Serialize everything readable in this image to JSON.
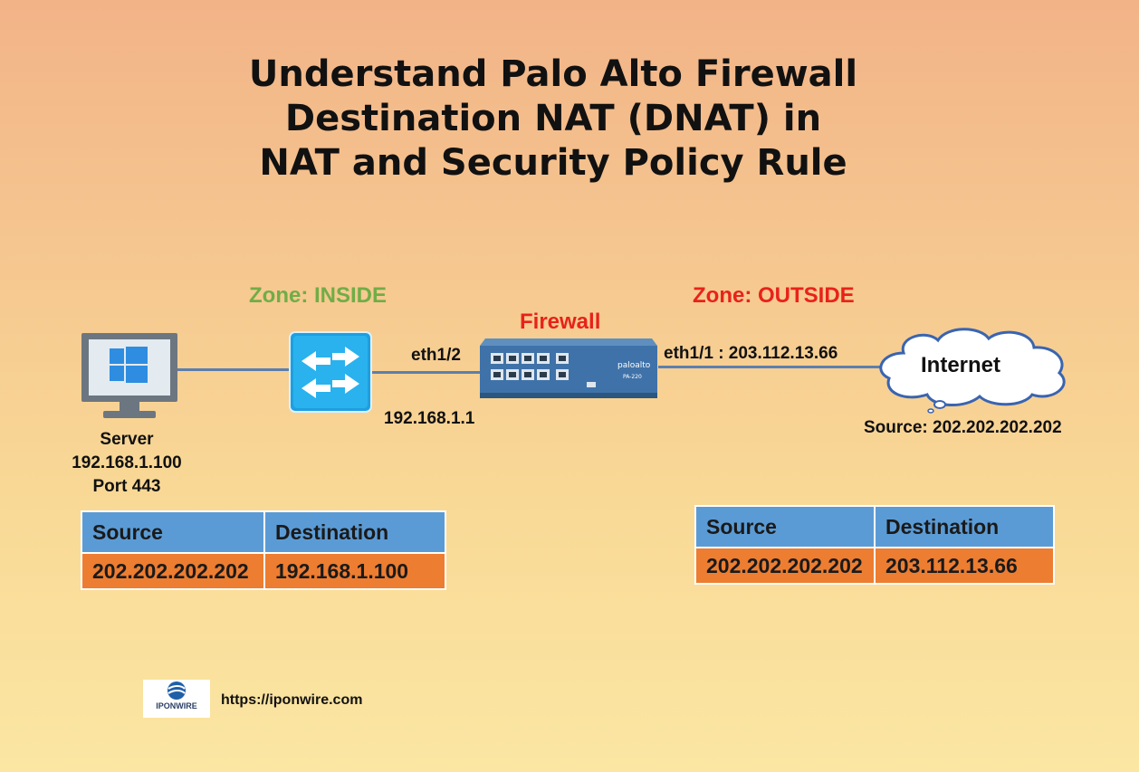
{
  "title": {
    "line1": "Understand Palo Alto Firewall",
    "line2": "Destination NAT (DNAT) in",
    "line3": "NAT and Security Policy Rule"
  },
  "zones": {
    "inside": "Zone: INSIDE",
    "outside": "Zone: OUTSIDE",
    "inside_color": "#70ad47",
    "outside_color": "#e8221a"
  },
  "firewall": {
    "label": "Firewall",
    "label_color": "#e8221a",
    "brand": "paloalto",
    "model": "PA-220"
  },
  "interfaces": {
    "inside_port": "eth1/2",
    "inside_ip": "192.168.1.1",
    "outside_port": "eth1/1 : 203.112.13.66"
  },
  "server": {
    "name": "Server",
    "ip": "192.168.1.100",
    "port": "Port 443"
  },
  "internet": {
    "label": "Internet",
    "source": "Source: 202.202.202.202"
  },
  "tables": {
    "inside": {
      "headers": [
        "Source",
        "Destination"
      ],
      "row": [
        "202.202.202.202",
        "192.168.1.100"
      ]
    },
    "outside": {
      "headers": [
        "Source",
        "Destination"
      ],
      "row": [
        "202.202.202.202",
        "203.112.13.66"
      ]
    }
  },
  "colors": {
    "table_header": "#5b9bd5",
    "table_row": "#ed7d31",
    "link_line": "#5b7fae"
  },
  "footer": {
    "logo_text": "IPONWIRE",
    "url": "https://iponwire.com"
  }
}
